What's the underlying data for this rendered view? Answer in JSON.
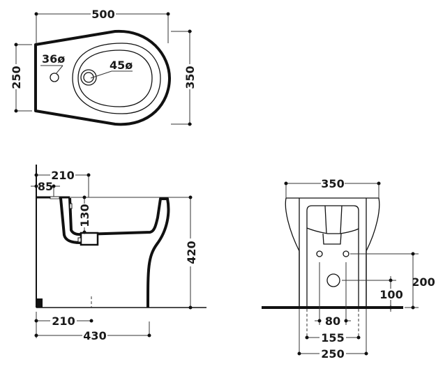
{
  "top_view": {
    "width_label": "500",
    "depth_left_label": "250",
    "depth_right_label": "350",
    "tap_hole_label": "36ø",
    "drain_hole_label": "45ø"
  },
  "side_view": {
    "inlet_label": "210",
    "tap_offset_label": "85",
    "drain_depth_label": "130",
    "height_label": "420",
    "floor_outlet_label": "210",
    "length_label": "430"
  },
  "front_view": {
    "width_label": "350",
    "supply_height_label": "200",
    "waste_height_label": "100",
    "supply_spacing_label": "80",
    "fixing_spacing_label": "155",
    "base_width_label": "250"
  }
}
